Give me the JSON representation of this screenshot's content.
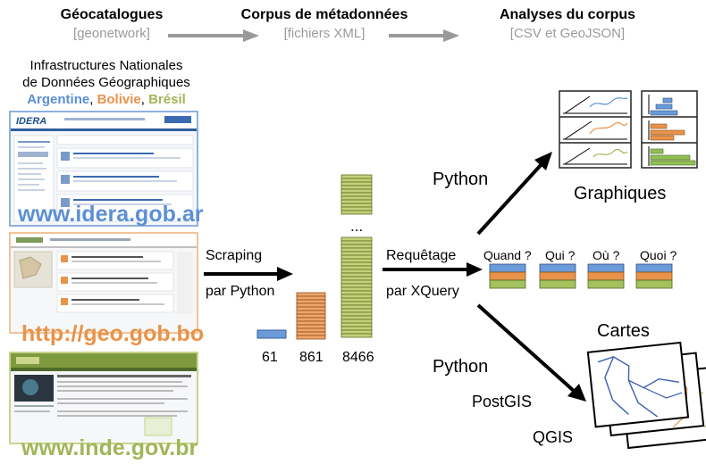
{
  "header": {
    "col1_title": "Géocatalogues",
    "col1_sub": "[geonetwork]",
    "col2_title": "Corpus de métadonnées",
    "col2_sub": "[fichiers XML]",
    "col3_title": "Analyses du corpus",
    "col3_sub": "[CSV et GeoJSON]"
  },
  "sources": {
    "line1": "Infrastructures Nationales",
    "line2": "de Données Géographiques",
    "countries": [
      {
        "name": "Argentine",
        "color": "#5b8fd4"
      },
      {
        "name": "Bolivie",
        "color": "#e8934a"
      },
      {
        "name": "Brésil",
        "color": "#a3b55a"
      }
    ],
    "sep1": ", ",
    "sep2": ", ",
    "urls": [
      {
        "text": "www.idera.gob.ar",
        "color": "#5b8fd4"
      },
      {
        "text": "http://geo.gob.bo",
        "color": "#e8934a"
      },
      {
        "text": "www.inde.gov.br",
        "color": "#a3b55a"
      }
    ],
    "idera_logo": "IDERA"
  },
  "flow": {
    "scraping": "Scraping",
    "par_python": "par Python",
    "requetage": "Requêtage",
    "par_xquery": "par XQuery",
    "python_top": "Python",
    "python_bottom": "Python",
    "postgis": "PostGIS",
    "qgis": "QGIS",
    "ellipsis": "..."
  },
  "stacks": [
    {
      "label": "61",
      "color": "#5b8fd4"
    },
    {
      "label": "861",
      "color": "#e8934a"
    },
    {
      "label": "8466",
      "color": "#a3b55a"
    }
  ],
  "questions": [
    "Quand ?",
    "Qui ?",
    "Où ?",
    "Quoi ?"
  ],
  "outputs": {
    "graphiques": "Graphiques",
    "cartes": "Cartes"
  }
}
